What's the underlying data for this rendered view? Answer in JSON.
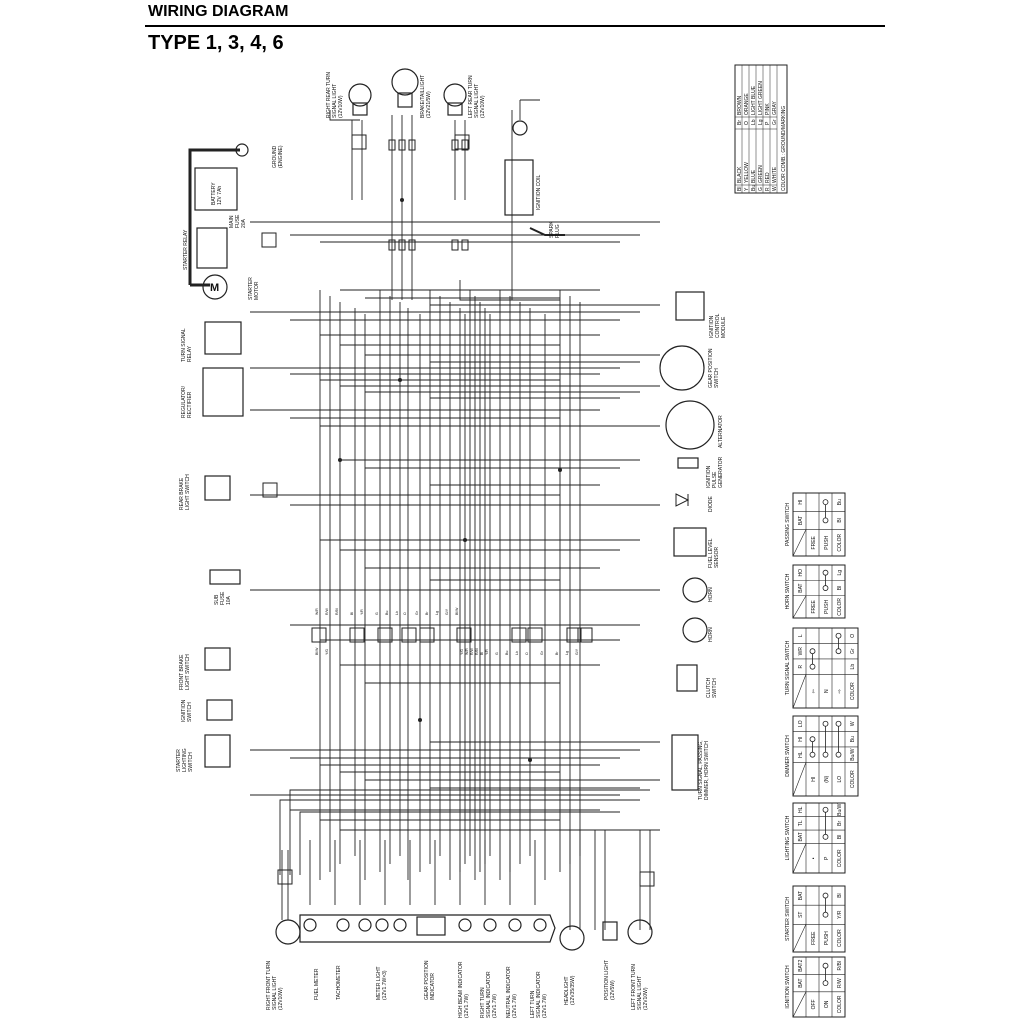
{
  "header": {
    "title": "WIRING DIAGRAM",
    "subtitle": "TYPE 1, 3, 4, 6"
  },
  "components": [
    {
      "id": "ground",
      "lines": [
        "GROUND",
        "(ENGINE)"
      ]
    },
    {
      "id": "battery",
      "lines": [
        "BATTERY",
        "12V 7Ah"
      ]
    },
    {
      "id": "main-fuse",
      "lines": [
        "MAIN",
        "FUSE",
        "20A"
      ]
    },
    {
      "id": "starter-relay",
      "lines": [
        "STARTER RELAY"
      ]
    },
    {
      "id": "starter-motor",
      "lines": [
        "STARTER",
        "MOTOR"
      ]
    },
    {
      "id": "rr-turn",
      "lines": [
        "RIGHT REAR TURN",
        "SIGNAL LIGHT",
        "(12V10W)"
      ]
    },
    {
      "id": "brake-tail",
      "lines": [
        "BRAKE/TAILLIGHT",
        "(12V21/5W)"
      ]
    },
    {
      "id": "lr-turn",
      "lines": [
        "LEFT REAR TURN",
        "SIGNAL LIGHT",
        "(12V10W)"
      ]
    },
    {
      "id": "ignition-coil",
      "lines": [
        "IGNITION COIL"
      ]
    },
    {
      "id": "spark-plug",
      "lines": [
        "SPARK",
        "PLUG"
      ]
    },
    {
      "id": "icm",
      "lines": [
        "IGNITION",
        "CONTROL",
        "MODULE"
      ]
    },
    {
      "id": "gear-switch",
      "lines": [
        "GEAR POSITION",
        "SWITCH"
      ]
    },
    {
      "id": "alternator",
      "lines": [
        "ALTERNATOR"
      ]
    },
    {
      "id": "ipg",
      "lines": [
        "IGNITION",
        "PULSE",
        "GENERATOR"
      ]
    },
    {
      "id": "diode",
      "lines": [
        "DIODE"
      ]
    },
    {
      "id": "fuel-sensor",
      "lines": [
        "FUEL LEVEL",
        "SENSOR"
      ]
    },
    {
      "id": "horn-1",
      "lines": [
        "HORN"
      ]
    },
    {
      "id": "horn-2",
      "lines": [
        "HORN"
      ]
    },
    {
      "id": "clutch-switch",
      "lines": [
        "CLUTCH",
        "SWITCH"
      ]
    },
    {
      "id": "handlebar-switch",
      "lines": [
        "TURN SIGNAL, PASSING,",
        "DIMMER, HORN SWITCH"
      ]
    },
    {
      "id": "turn-relay",
      "lines": [
        "TURN SIGNAL",
        "RELAY"
      ]
    },
    {
      "id": "regulator",
      "lines": [
        "REGULATOR/",
        "RECTIFIER"
      ]
    },
    {
      "id": "rear-brake-switch",
      "lines": [
        "REAR BRAKE",
        "LIGHT SWITCH"
      ]
    },
    {
      "id": "sub-fuse",
      "lines": [
        "SUB",
        "FUSE",
        "10A"
      ]
    },
    {
      "id": "front-brake-switch",
      "lines": [
        "FRONT BRAKE",
        "LIGHT SWITCH"
      ]
    },
    {
      "id": "ignition-switch",
      "lines": [
        "IGNITION",
        "SWITCH"
      ]
    },
    {
      "id": "starter-lighting-switch",
      "lines": [
        "STARTER",
        "LIGHTING",
        "SWITCH"
      ]
    },
    {
      "id": "rf-turn",
      "lines": [
        "RIGHT FRONT TURN",
        "SIGNAL LIGHT",
        "(12V10W)"
      ]
    },
    {
      "id": "fuel-meter",
      "lines": [
        "FUEL METER"
      ]
    },
    {
      "id": "tachometer",
      "lines": [
        "TACHOMETER"
      ]
    },
    {
      "id": "meter-light",
      "lines": [
        "METER LIGHT",
        "(12V1.7W×3)"
      ]
    },
    {
      "id": "gear-indicator",
      "lines": [
        "GEAR POSITION",
        "INDICATOR"
      ]
    },
    {
      "id": "high-beam",
      "lines": [
        "HIGH BEAM INDICATOR",
        "(12V1.7W)"
      ]
    },
    {
      "id": "right-turn-ind",
      "lines": [
        "RIGHT TURN",
        "SIGNAL INDICATOR",
        "(12V1.7W)"
      ]
    },
    {
      "id": "neutral-ind",
      "lines": [
        "NEUTRAL INDICATOR",
        "(12V1.7W)"
      ]
    },
    {
      "id": "left-turn-ind",
      "lines": [
        "LEFT TURN",
        "SIGNAL INDICATOR",
        "(12V1.7W)"
      ]
    },
    {
      "id": "headlight",
      "lines": [
        "HEADLIGHT",
        "(12V35/35W)"
      ]
    },
    {
      "id": "position-light",
      "lines": [
        "POSITION LIGHT",
        "(12V5W)"
      ]
    },
    {
      "id": "lf-turn",
      "lines": [
        "LEFT FRONT TURN",
        "SIGNAL LIGHT",
        "(12V10W)"
      ]
    }
  ],
  "color_legend": {
    "left": [
      [
        "Bl",
        "BLACK"
      ],
      [
        "Y",
        "YELLOW"
      ],
      [
        "Bu",
        "BLUE"
      ],
      [
        "G",
        "GREEN"
      ],
      [
        "R",
        "RED"
      ],
      [
        "W",
        "WHITE"
      ]
    ],
    "right": [
      [
        "Br",
        "BROWN"
      ],
      [
        "O",
        "ORANGE"
      ],
      [
        "Lb",
        "LIGHT BLUE"
      ],
      [
        "Lg",
        "LIGHT GREEN"
      ],
      [
        "P",
        "PINK"
      ],
      [
        "Gr",
        "GRAY"
      ]
    ],
    "note": "COLOR COMB.: GROUND/MARKING"
  },
  "switch_tables": [
    {
      "title": "PASSING SWITCH",
      "header": [
        "BAT",
        "HI"
      ],
      "rows": [
        {
          "label": "FREE",
          "cells": [
            "",
            ""
          ],
          "link": false
        },
        {
          "label": "PUSH",
          "cells": [
            "",
            ""
          ],
          "link": true
        },
        {
          "label": "COLOR",
          "cells": [
            "Bl",
            "Bu"
          ]
        }
      ]
    },
    {
      "title": "HORN SWITCH",
      "header": [
        "BAT",
        "HO"
      ],
      "rows": [
        {
          "label": "FREE",
          "cells": [
            "",
            ""
          ],
          "link": false
        },
        {
          "label": "PUSH",
          "cells": [
            "",
            ""
          ],
          "link": true
        },
        {
          "label": "COLOR",
          "cells": [
            "Bl",
            "Lg"
          ]
        }
      ]
    },
    {
      "title": "TURN SIGNAL SWITCH",
      "header": [
        "R",
        "WR",
        "L"
      ],
      "rows": [
        {
          "label": "⇦",
          "cells": [
            "",
            "",
            ""
          ],
          "link": [
            0,
            1
          ]
        },
        {
          "label": "N",
          "cells": [
            "",
            "",
            ""
          ],
          "link": false
        },
        {
          "label": "⇨",
          "cells": [
            "",
            "",
            ""
          ],
          "link": [
            1,
            2
          ]
        },
        {
          "label": "COLOR",
          "cells": [
            "Lb",
            "Gr",
            "O"
          ]
        }
      ]
    },
    {
      "title": "DIMMER SWITCH",
      "header": [
        "HL",
        "HI",
        "LO"
      ],
      "rows": [
        {
          "label": "HI",
          "cells": [
            "",
            "",
            ""
          ],
          "link": [
            0,
            1
          ]
        },
        {
          "label": "(N)",
          "cells": [
            "",
            "",
            ""
          ],
          "link": [
            0,
            2
          ]
        },
        {
          "label": "LO",
          "cells": [
            "",
            "",
            ""
          ],
          "link": [
            0,
            2
          ]
        },
        {
          "label": "COLOR",
          "cells": [
            "Bu/W",
            "Bu",
            "W"
          ]
        }
      ]
    },
    {
      "title": "LIGHTING SWITCH",
      "header": [
        "BAT",
        "TL",
        "HL"
      ],
      "rows": [
        {
          "label": "•",
          "cells": [
            "",
            "",
            ""
          ],
          "link": false
        },
        {
          "label": "P",
          "cells": [
            "",
            "",
            ""
          ],
          "link": [
            0,
            2
          ]
        },
        {
          "label": "COLOR",
          "cells": [
            "Bl",
            "Br",
            "Bu/W"
          ]
        }
      ]
    },
    {
      "title": "STARTER SWITCH",
      "header": [
        "ST",
        "BAT"
      ],
      "rows": [
        {
          "label": "FREE",
          "cells": [
            "",
            ""
          ],
          "link": false
        },
        {
          "label": "PUSH",
          "cells": [
            "",
            ""
          ],
          "link": true
        },
        {
          "label": "COLOR",
          "cells": [
            "Y/R",
            "Bl"
          ]
        }
      ]
    },
    {
      "title": "IGNITION SWITCH",
      "header": [
        "BAT",
        "BAT2"
      ],
      "rows": [
        {
          "label": "OFF",
          "cells": [
            "",
            ""
          ],
          "link": false
        },
        {
          "label": "ON",
          "cells": [
            "",
            ""
          ],
          "link": true
        },
        {
          "label": "COLOR",
          "cells": [
            "R/W",
            "R/Bl"
          ]
        }
      ]
    }
  ]
}
